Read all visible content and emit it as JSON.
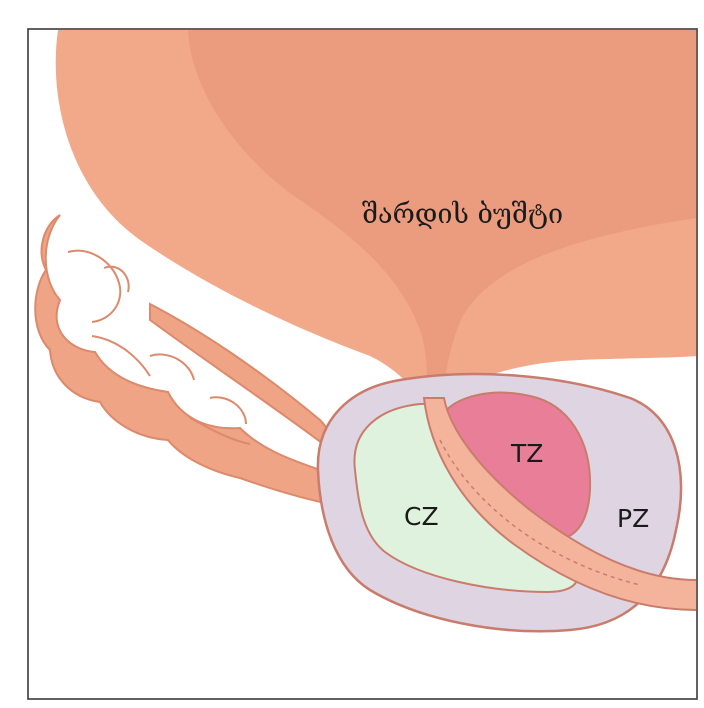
{
  "labels": {
    "bladder": "შარდის ბუშტი",
    "central_zone": "CZ",
    "transition_zone": "TZ",
    "peripheral_zone": "PZ"
  },
  "colors": {
    "bladder_outer": "#f2a98a",
    "bladder_inner": "#eb9c7f",
    "vesicle": "#eea485",
    "vesicle_outline": "#dc8a6c",
    "prostate_capsule": "#dfd4e2",
    "prostate_outline": "#c97c6c",
    "central_zone": "#def2dd",
    "transition_zone": "#e97e99",
    "urethra": "#f3b49b",
    "frame": "#3a3a3a"
  }
}
